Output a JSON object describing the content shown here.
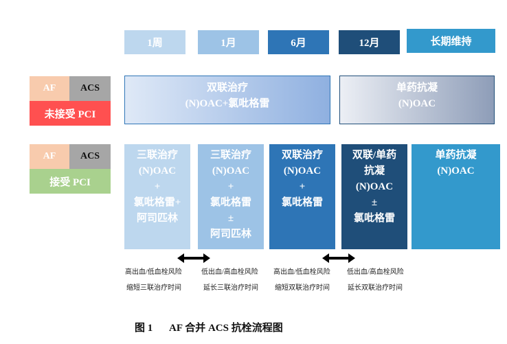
{
  "header": {
    "periods": [
      "1周",
      "1月",
      "6月",
      "12月",
      "长期维持"
    ]
  },
  "row_no_pci": {
    "tag_af": "AF",
    "tag_acs": "ACS",
    "tag_label": "未接受 PCI",
    "dual": {
      "title": "双联治疗",
      "line2": "(N)OAC+氯吡格雷"
    },
    "mono": {
      "title": "单药抗凝",
      "line2": "(N)OAC"
    }
  },
  "row_pci": {
    "tag_af": "AF",
    "tag_acs": "ACS",
    "tag_label": "接受 PCI",
    "cells": [
      {
        "lines": [
          "三联治疗",
          "(N)OAC",
          "+",
          "氯吡格雷+",
          "阿司匹林"
        ]
      },
      {
        "lines": [
          "三联治疗",
          "(N)OAC",
          "+",
          "氯吡格雷",
          "±",
          "阿司匹林"
        ]
      },
      {
        "lines": [
          "双联治疗",
          "(N)OAC",
          "+",
          "氯吡格雷"
        ]
      },
      {
        "lines": [
          "双联/单药",
          "抗凝",
          "(N)OAC",
          "±",
          "氯吡格雷"
        ]
      },
      {
        "lines": [
          "单药抗凝",
          "(N)OAC"
        ]
      }
    ]
  },
  "notes": {
    "n1_line1": "高出血/低血栓风险",
    "n1_line2": "缩短三联治疗时间",
    "n2_line1": "低出血/高血栓风险",
    "n2_line2": "延长三联治疗时间",
    "n3_line1": "高出血/低血栓风险",
    "n3_line2": "缩短双联治疗时间",
    "n4_line1": "低出血/高血栓风险",
    "n4_line2": "延长双联治疗时间"
  },
  "caption": {
    "fig": "图 1",
    "title": "AF 合并 ACS 抗栓流程图"
  },
  "colors": {
    "period_1w": "#bdd7ee",
    "period_1m": "#9dc3e6",
    "period_6m": "#2e75b6",
    "period_12m": "#1f4e79",
    "period_long": "#3399cc",
    "tag_af": "#f8cbad",
    "tag_acs": "#a6a6a6",
    "tag_no_pci": "#ff5050",
    "tag_pci": "#a9d18e"
  }
}
